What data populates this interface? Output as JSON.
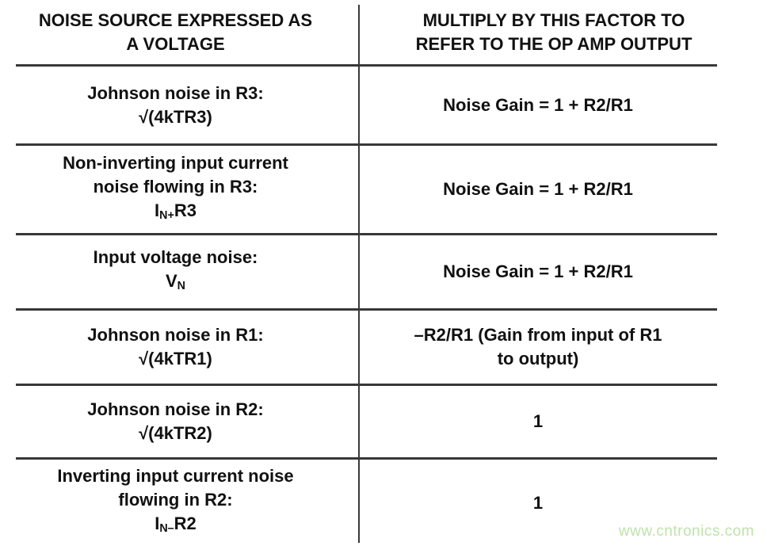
{
  "header": {
    "left": {
      "line1": "NOISE SOURCE EXPRESSED AS",
      "line2": "A VOLTAGE"
    },
    "right": {
      "line1": "MULTIPLY BY THIS FACTOR TO",
      "line2": "REFER TO THE OP AMP OUTPUT"
    }
  },
  "rows": [
    {
      "source": [
        [
          {
            "t": "Johnson noise in R3:"
          }
        ],
        [
          {
            "t": "√(4kTR3)"
          }
        ]
      ],
      "factor": [
        [
          {
            "t": "Noise Gain = 1 + R2/R1"
          }
        ]
      ]
    },
    {
      "source": [
        [
          {
            "t": "Non-inverting input current"
          }
        ],
        [
          {
            "t": "noise flowing in R3:"
          }
        ],
        [
          {
            "t": "I"
          },
          {
            "t": "N+",
            "sub": true
          },
          {
            "t": "R3"
          }
        ]
      ],
      "factor": [
        [
          {
            "t": "Noise Gain = 1 + R2/R1"
          }
        ]
      ]
    },
    {
      "source": [
        [
          {
            "t": "Input voltage noise:"
          }
        ],
        [
          {
            "t": "V"
          },
          {
            "t": "N",
            "sub": true
          }
        ]
      ],
      "factor": [
        [
          {
            "t": "Noise Gain = 1 + R2/R1"
          }
        ]
      ]
    },
    {
      "source": [
        [
          {
            "t": "Johnson noise in R1:"
          }
        ],
        [
          {
            "t": "√(4kTR1)"
          }
        ]
      ],
      "factor": [
        [
          {
            "t": "–R2/R1 (Gain from input of R1"
          }
        ],
        [
          {
            "t": "to output)"
          }
        ]
      ]
    },
    {
      "source": [
        [
          {
            "t": "Johnson noise in R2:"
          }
        ],
        [
          {
            "t": "√(4kTR2)"
          }
        ]
      ],
      "factor": [
        [
          {
            "t": "1"
          }
        ]
      ]
    },
    {
      "source": [
        [
          {
            "t": "Inverting input current noise"
          }
        ],
        [
          {
            "t": "flowing in R2:"
          }
        ],
        [
          {
            "t": "I"
          },
          {
            "t": "N–",
            "sub": true
          },
          {
            "t": "R2"
          }
        ]
      ],
      "factor": [
        [
          {
            "t": "1"
          }
        ]
      ]
    }
  ],
  "watermark": {
    "text": "www.cntronics.com"
  },
  "colors": {
    "line": "#383838",
    "text": "#111111",
    "watermark": "#bee3ac"
  }
}
